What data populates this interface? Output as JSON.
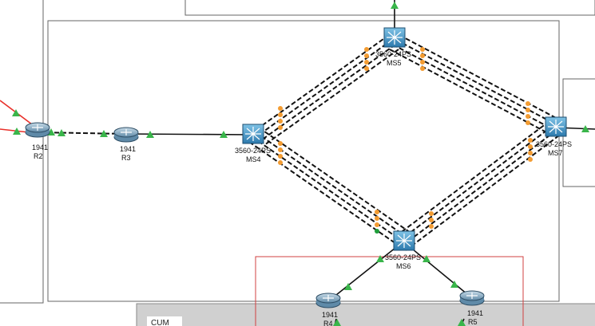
{
  "devices": {
    "r2": {
      "model": "1941",
      "name": "R2"
    },
    "r3": {
      "model": "1941",
      "name": "R3"
    },
    "ms4": {
      "model": "3560-24PS",
      "name": "MS4"
    },
    "ms5": {
      "model": "3560-24PS",
      "name": "MS5"
    },
    "ms6": {
      "model": "3560-24PS",
      "name": "MS6"
    },
    "ms7": {
      "model": "3560-24PS",
      "name": "MS7"
    },
    "r4": {
      "model": "1941",
      "name": "R4"
    },
    "r5": {
      "model": "1941",
      "name": "R5"
    }
  },
  "areas": {
    "cum_label": "CUM"
  },
  "colors": {
    "link_up": "#39b54a",
    "link_blocking": "#f39c32",
    "link_down": "#e8302a",
    "cable": "#111111",
    "cluster_border": "#555555",
    "note_border": "#d04040",
    "cum_fill": "#cfcfcf"
  }
}
